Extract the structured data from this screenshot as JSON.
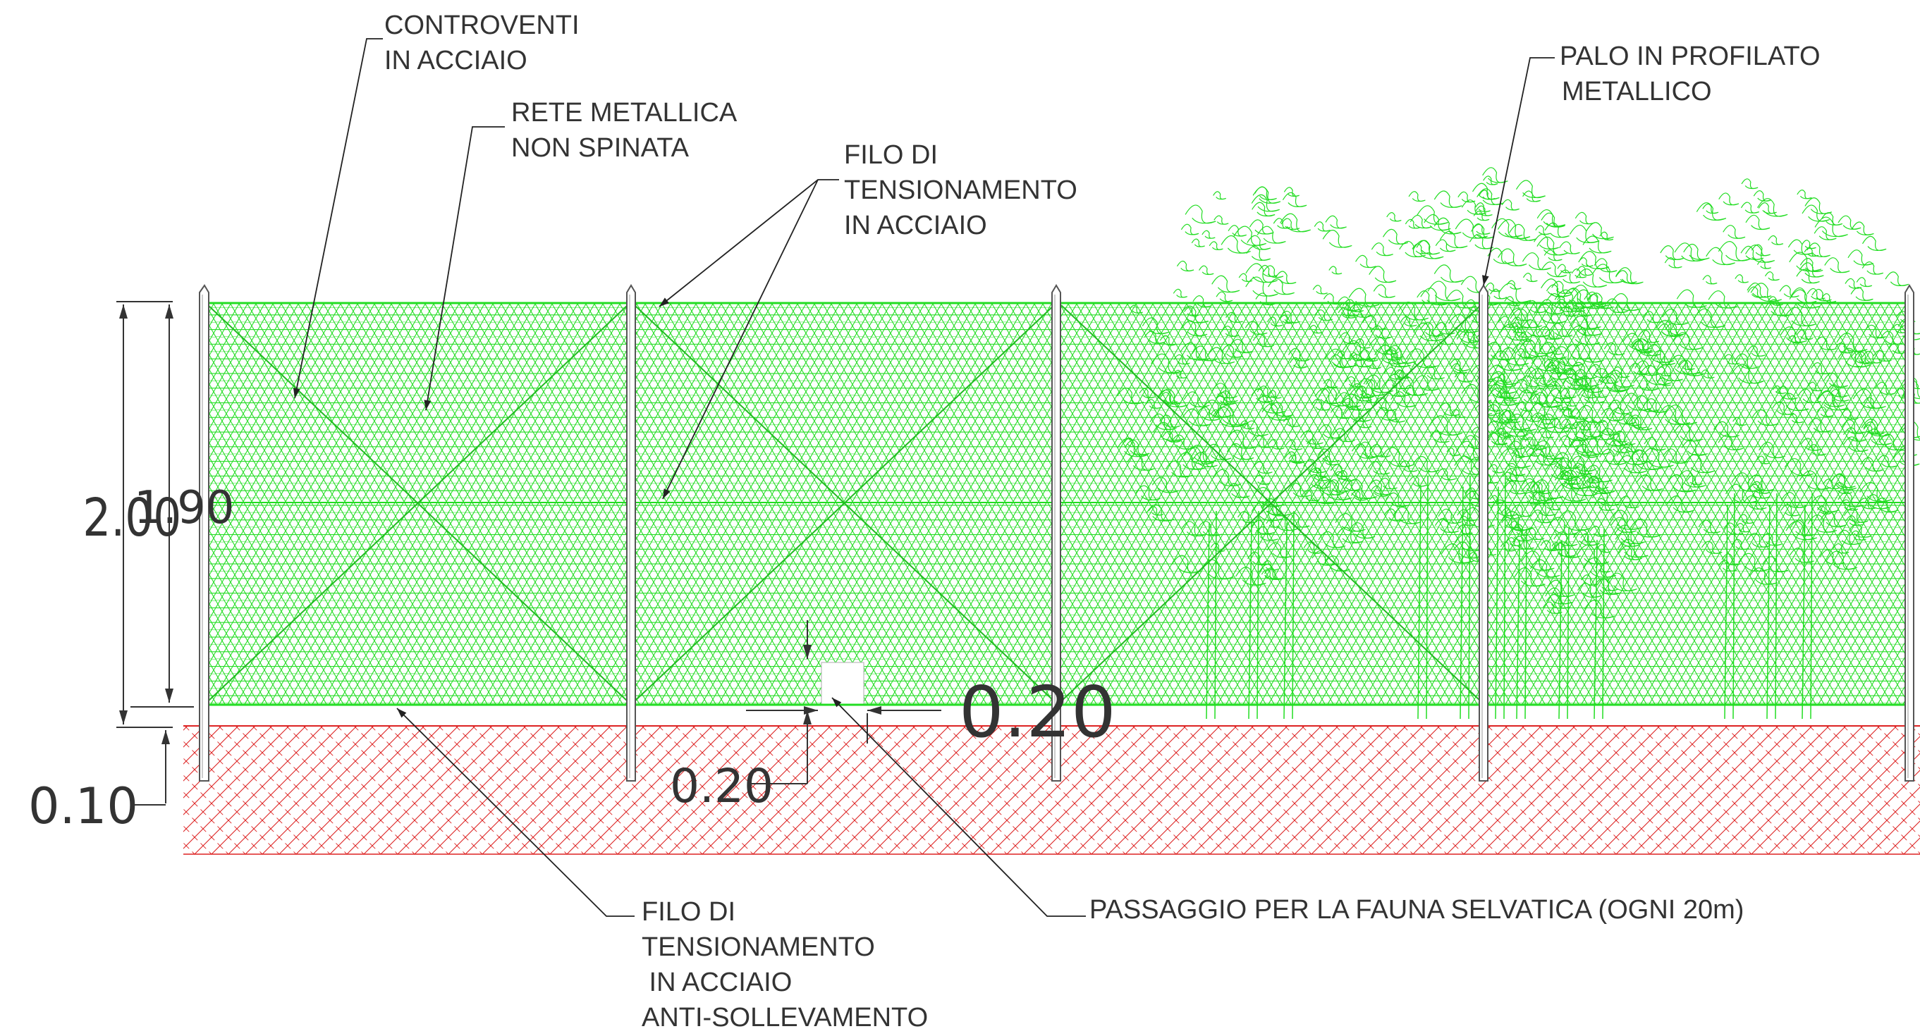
{
  "labels": {
    "controventi": [
      "CONTROVENTI",
      "IN ACCIAIO"
    ],
    "rete": [
      "RETE METALLICA",
      "NON SPINATA"
    ],
    "filo_top": [
      "FILO DI",
      "TENSIONAMENTO",
      "IN ACCIAIO"
    ],
    "palo": [
      "PALO IN PROFILATO",
      "METALLICO"
    ],
    "filo_bottom": [
      "FILO DI",
      "TENSIONAMENTO",
      " IN ACCIAIO",
      "ANTI-SOLLEVAMENTO"
    ],
    "passaggio": "PASSAGGIO PER LA FAUNA SELVATICA (OGNI 20m)"
  },
  "dimensions": {
    "height_total": "2.00",
    "height_mesh": "1.90",
    "ground_gap": "0.10",
    "passage_width": "0.20",
    "passage_height": "0.20"
  },
  "colors": {
    "mesh": "#22dd22",
    "tree": "#22dd22",
    "soil": "#dd2222",
    "post": "#555555",
    "leader": "#222222",
    "text": "#333333"
  }
}
